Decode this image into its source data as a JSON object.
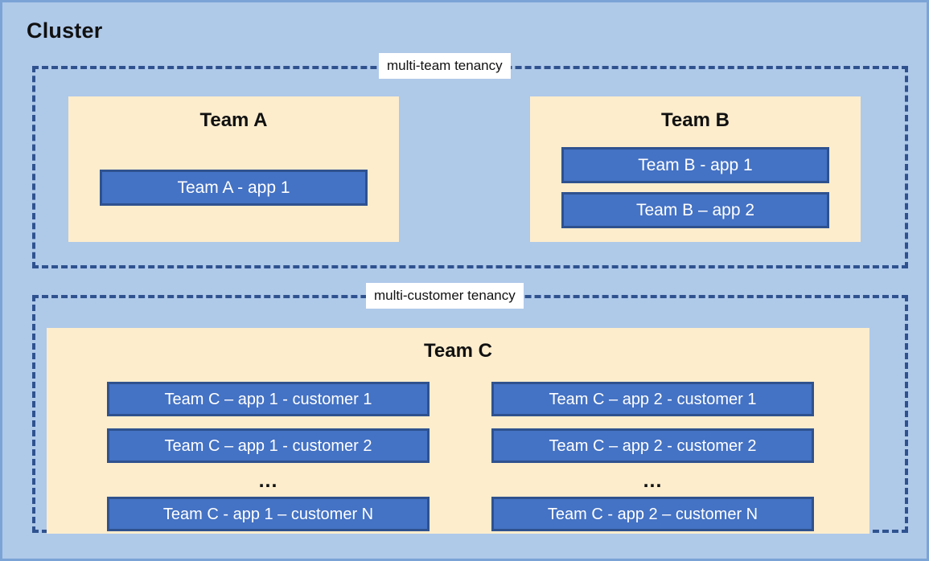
{
  "diagram": {
    "title": "Cluster",
    "colors": {
      "canvas_background": "#AFC9E9",
      "canvas_border": "#7BA3D6",
      "tenancy_border": "#2F528F",
      "team_panel_fill": "#FDEDCD",
      "app_box_fill": "#4472C4",
      "app_box_border": "#2F528F",
      "app_box_text": "#FFFFFF",
      "label_chip_fill": "#FFFFFF",
      "heading_text": "#111111"
    },
    "tenancies": [
      {
        "id": "multi-team",
        "label": "multi-team tenancy",
        "teams": [
          {
            "id": "team-a",
            "name": "Team A",
            "apps": [
              {
                "id": "team-a-app-1",
                "label": "Team A - app 1"
              }
            ]
          },
          {
            "id": "team-b",
            "name": "Team B",
            "apps": [
              {
                "id": "team-b-app-1",
                "label": "Team B - app 1"
              },
              {
                "id": "team-b-app-2",
                "label": "Team B – app 2"
              }
            ]
          }
        ]
      },
      {
        "id": "multi-customer",
        "label": "multi-customer tenancy",
        "teams": [
          {
            "id": "team-c",
            "name": "Team C",
            "columns": [
              {
                "id": "team-c-app-1-column",
                "apps": [
                  {
                    "id": "team-c-app-1-customer-1",
                    "label": "Team C – app 1 - customer 1"
                  },
                  {
                    "id": "team-c-app-1-customer-2",
                    "label": "Team C – app 1 - customer 2"
                  },
                  {
                    "id": "team-c-app-1-customer-n",
                    "label": "Team C - app 1 – customer N"
                  }
                ],
                "ellipsis": "..."
              },
              {
                "id": "team-c-app-2-column",
                "apps": [
                  {
                    "id": "team-c-app-2-customer-1",
                    "label": "Team C – app 2 - customer 1"
                  },
                  {
                    "id": "team-c-app-2-customer-2",
                    "label": "Team C – app 2 - customer 2"
                  },
                  {
                    "id": "team-c-app-2-customer-n",
                    "label": "Team C - app 2 – customer N"
                  }
                ],
                "ellipsis": "..."
              }
            ]
          }
        ]
      }
    ]
  }
}
